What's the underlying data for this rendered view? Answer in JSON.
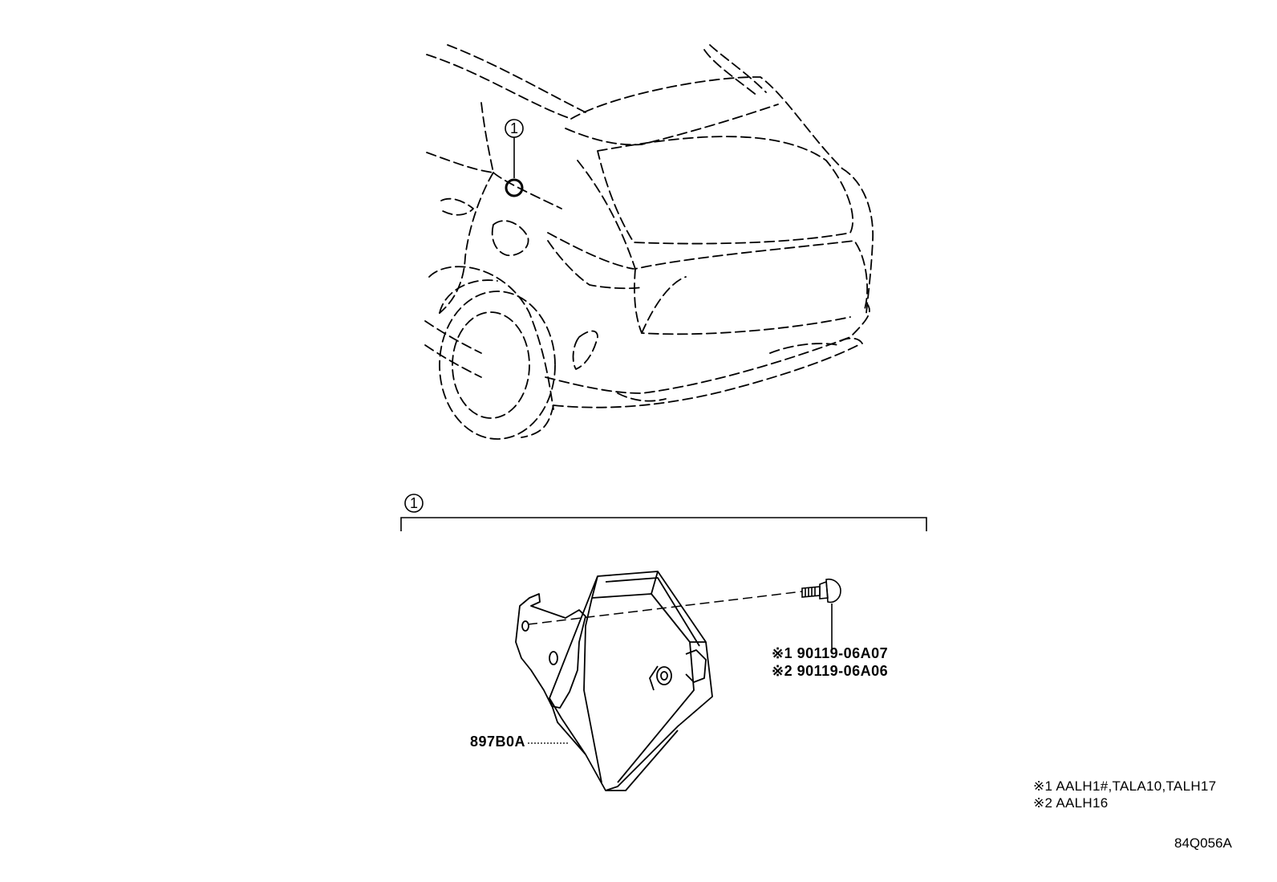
{
  "callouts": {
    "vehicle_marker": "1",
    "group_marker": "1"
  },
  "parts": {
    "module_part_no": "897B0A",
    "bolt_line1": "※1 90119-06A07",
    "bolt_line2": "※2 90119-06A06"
  },
  "notes": {
    "line1": "※1 AALH1#,TALA10,TALH17",
    "line2": "※2 AALH16"
  },
  "figure_id": "84Q056A"
}
